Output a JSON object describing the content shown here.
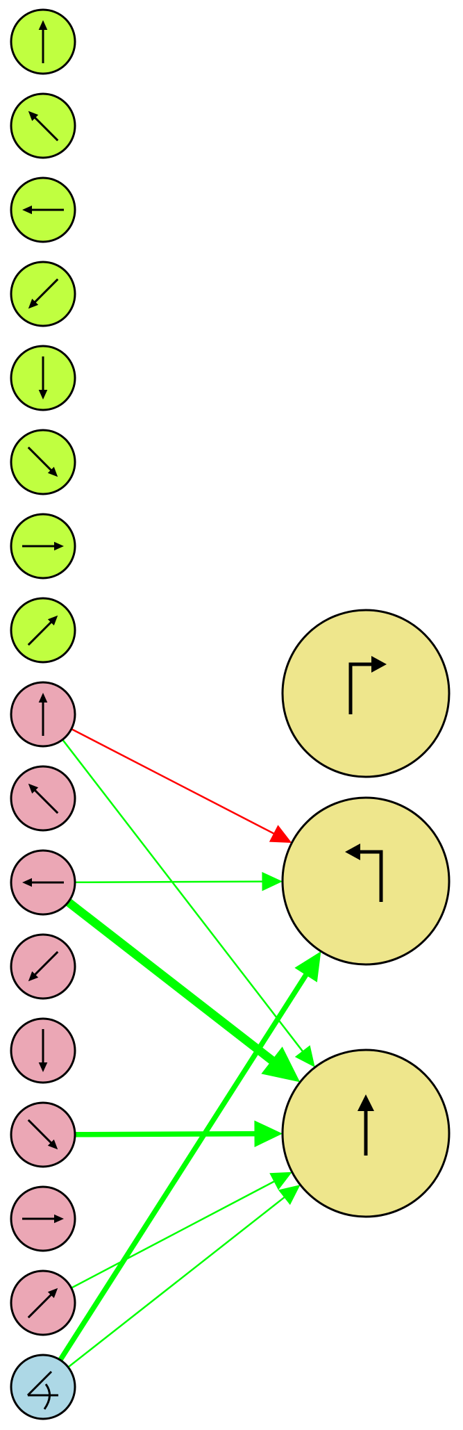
{
  "colors": {
    "green_node": "#c0ff40",
    "pink_node": "#eba7b5",
    "blue_node": "#add8e6",
    "output_node": "#eee68c",
    "node_stroke": "#000000",
    "arrow_glyph": "#000000",
    "excitatory_edge": "#00ff00",
    "inhibitory_edge": "#ff0000"
  },
  "green_column": {
    "nodes": [
      {
        "id": "g-up",
        "icon": "arrow-up-icon"
      },
      {
        "id": "g-up-left",
        "icon": "arrow-up-left-icon"
      },
      {
        "id": "g-left",
        "icon": "arrow-left-icon"
      },
      {
        "id": "g-down-left",
        "icon": "arrow-down-left-icon"
      },
      {
        "id": "g-down",
        "icon": "arrow-down-icon"
      },
      {
        "id": "g-down-right",
        "icon": "arrow-down-right-icon"
      },
      {
        "id": "g-right",
        "icon": "arrow-right-icon"
      },
      {
        "id": "g-up-right",
        "icon": "arrow-up-right-icon"
      }
    ]
  },
  "pink_column": {
    "nodes": [
      {
        "id": "p-up",
        "icon": "arrow-up-icon"
      },
      {
        "id": "p-up-left",
        "icon": "arrow-up-left-icon"
      },
      {
        "id": "p-left",
        "icon": "arrow-left-icon"
      },
      {
        "id": "p-down-left",
        "icon": "arrow-down-left-icon"
      },
      {
        "id": "p-down",
        "icon": "arrow-down-icon"
      },
      {
        "id": "p-down-right",
        "icon": "arrow-down-right-icon"
      },
      {
        "id": "p-right",
        "icon": "arrow-right-icon"
      },
      {
        "id": "p-up-right",
        "icon": "arrow-up-right-icon"
      }
    ]
  },
  "blue_node": {
    "id": "b-angle",
    "icon": "angle-icon"
  },
  "output_nodes": [
    {
      "id": "o-turn-right",
      "icon": "turn-right-icon"
    },
    {
      "id": "o-turn-left",
      "icon": "turn-left-icon"
    },
    {
      "id": "o-straight",
      "icon": "straight-icon"
    }
  ],
  "edges": [
    {
      "from": "p-up",
      "to": "o-turn-left",
      "sign": "inhibitory",
      "weight": 1
    },
    {
      "from": "p-up",
      "to": "o-straight",
      "sign": "excitatory",
      "weight": 1
    },
    {
      "from": "p-left",
      "to": "o-turn-left",
      "sign": "excitatory",
      "weight": 1
    },
    {
      "from": "p-left",
      "to": "o-straight",
      "sign": "excitatory",
      "weight": 5
    },
    {
      "from": "p-down-right",
      "to": "o-straight",
      "sign": "excitatory",
      "weight": 3
    },
    {
      "from": "p-up-right",
      "to": "o-straight",
      "sign": "excitatory",
      "weight": 1
    },
    {
      "from": "b-angle",
      "to": "o-turn-left",
      "sign": "excitatory",
      "weight": 3
    },
    {
      "from": "b-angle",
      "to": "o-straight",
      "sign": "excitatory",
      "weight": 1
    }
  ]
}
